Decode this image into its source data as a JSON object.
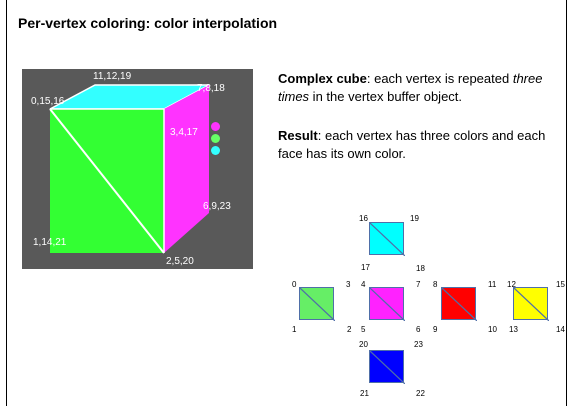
{
  "title": "Per-vertex coloring: color interpolation",
  "cube": {
    "labels": {
      "top_back_left": "11,12,19",
      "top_front_left": "0,15,16",
      "top_back_right": "7,8,18",
      "top_front_right": "3,4,17",
      "bottom_back_right": "6,9,23",
      "bottom_front_left": "1,14,21",
      "bottom_front_right": "2,5,20"
    },
    "face_colors": {
      "top": "#33ffff",
      "front": "#33ff33",
      "right": "#ff33ff"
    },
    "dots": [
      "#ff33ff",
      "#66ff66",
      "#33ffff"
    ]
  },
  "text": {
    "p1_bold": "Complex cube",
    "p1_rest_a": ": each vertex is repeated ",
    "p1_italic": "three times",
    "p1_rest_b": " in the vertex buffer object.",
    "p2_bold": "Result",
    "p2_rest": ": each vertex has three colors and each face has its own color."
  },
  "net": {
    "faces": [
      {
        "name": "top",
        "color": "#00ffff",
        "labels": [
          "16",
          "19",
          "17",
          "18"
        ]
      },
      {
        "name": "left",
        "color": "#66ee66",
        "labels": [
          "0",
          "3",
          "1",
          "2"
        ]
      },
      {
        "name": "front",
        "color": "#ff22ff",
        "labels": [
          "4",
          "7",
          "5",
          "6"
        ]
      },
      {
        "name": "right",
        "color": "#ff0000",
        "labels": [
          "8",
          "11",
          "9",
          "10"
        ]
      },
      {
        "name": "back",
        "color": "#ffff00",
        "labels": [
          "12",
          "15",
          "13",
          "14"
        ]
      },
      {
        "name": "bottom",
        "color": "#0000ff",
        "labels": [
          "20",
          "23",
          "21",
          "22"
        ]
      }
    ]
  }
}
